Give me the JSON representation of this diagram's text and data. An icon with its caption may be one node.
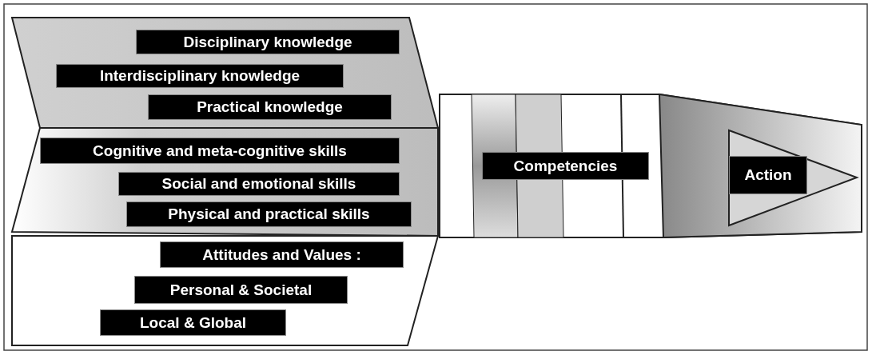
{
  "diagram": {
    "nodes": [
      {
        "text": [],
        "shape": "box"
      },
      {
        "text": [
          "Disciplinary knowledge"
        ],
        "in": 0
      },
      {
        "text": [
          "Interdisciplinary knowledge"
        ],
        "in": 0
      },
      {
        "text": [
          "Practical knowledge"
        ],
        "in": 0
      },
      {
        "text": [],
        "shape": "box"
      },
      {
        "text": [
          "Cognitive and meta-cognitive skills"
        ],
        "in": 4
      },
      {
        "text": [
          "Social and emotional skills"
        ],
        "in": 4
      },
      {
        "text": [
          "Physical and practical skills"
        ],
        "in": 4
      },
      {
        "text": [],
        "shape": "box"
      },
      {
        "text": [
          "Attitudes and Values :"
        ],
        "in": 8
      },
      {
        "text": [
          "Personal & Societal"
        ],
        "in": 8
      },
      {
        "text": [
          "Local & Global"
        ],
        "in": 8
      },
      {
        "text": [],
        "shape": "arrow"
      },
      {
        "text": [
          "Competencies"
        ],
        "in": 12
      },
      {
        "text": [
          "Action"
        ],
        "in": 12
      }
    ]
  }
}
